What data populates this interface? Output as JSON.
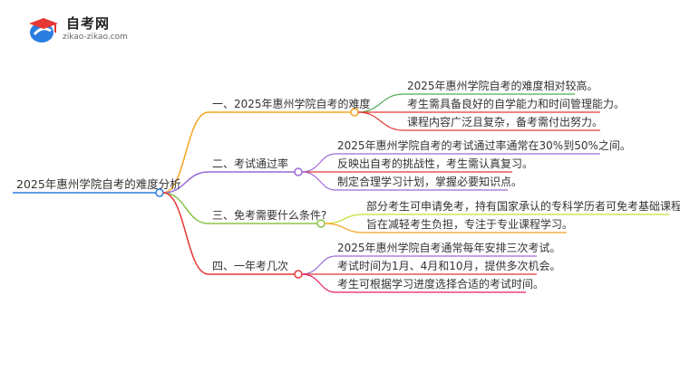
{
  "logo": {
    "title": "自考网",
    "url": "zikao-zikao.com"
  },
  "root": {
    "label": "2025年惠州学院自考的难度分析"
  },
  "branches": [
    {
      "label": "一、2025年惠州学院自考的难度",
      "color": "#f5a623",
      "children": [
        {
          "label": "2025年惠州学院自考的难度相对较高。",
          "color": "#4caf50"
        },
        {
          "label": "考生需具备良好的自学能力和时间管理能力。",
          "color": "#e53935"
        },
        {
          "label": "课程内容广泛且复杂，备考需付出努力。",
          "color": "#e53935"
        }
      ]
    },
    {
      "label": "二、考试通过率",
      "color": "#9c6ad6",
      "children": [
        {
          "label": "2025年惠州学院自考的考试通过率通常在30%到50%之间。",
          "color": "#9c6ad6"
        },
        {
          "label": "反映出自考的挑战性，考生需认真复习。",
          "color": "#e53935"
        },
        {
          "label": "制定合理学习计划，掌握必要知识点。",
          "color": "#9c6ad6"
        }
      ]
    },
    {
      "label": "三、免考需要什么条件?",
      "color": "#8bc34a",
      "children": [
        {
          "label": "部分考生可申请免考，持有国家承认的专科学历者可免考基础课程。",
          "color": "#cddc39"
        },
        {
          "label": "旨在减轻考生负担，专注于专业课程学习。",
          "color": "#f5a623"
        }
      ]
    },
    {
      "label": "四、一年考几次",
      "color": "#e53935",
      "children": [
        {
          "label": "2025年惠州学院自考通常每年安排三次考试。",
          "color": "#9c6ad6"
        },
        {
          "label": "考试时间为1月、4月和10月，提供多次机会。",
          "color": "#e53935"
        },
        {
          "label": "考生可根据学习进度选择合适的考试时间。",
          "color": "#e91e63"
        }
      ]
    }
  ]
}
